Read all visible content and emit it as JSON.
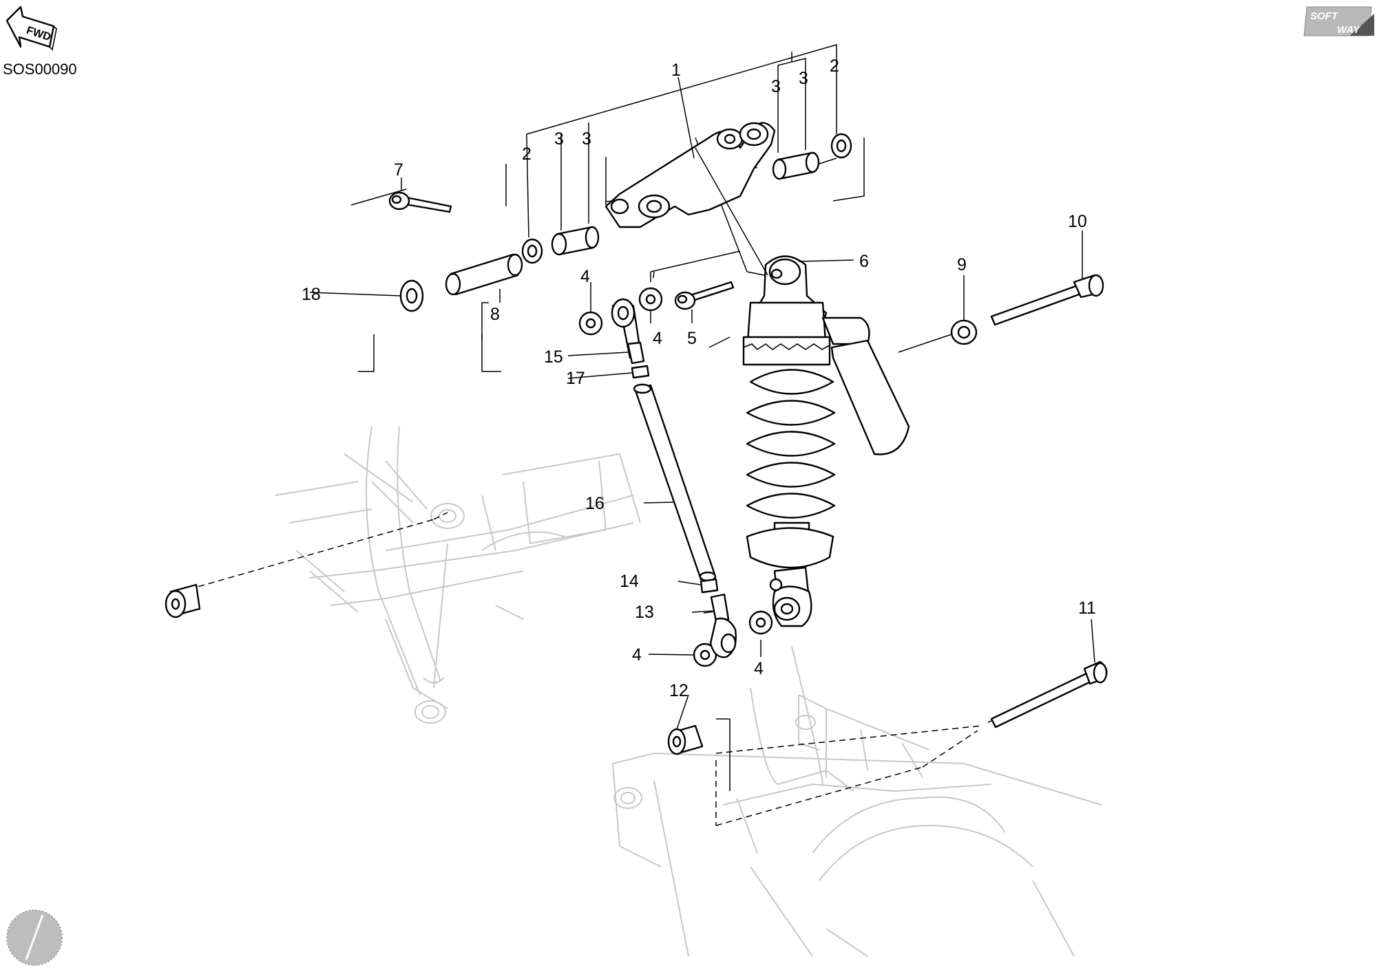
{
  "header": {
    "fwd_label": "FWD",
    "drawing_code": "SOS00090",
    "logo_top": "SOFT",
    "logo_bottom": "WAY"
  },
  "callouts": {
    "c1": "1",
    "c2a": "2",
    "c2b": "2",
    "c3a": "3",
    "c3b": "3",
    "c3c": "3",
    "c3d": "3",
    "c4a": "4",
    "c4b": "4",
    "c4c": "4",
    "c4d": "4",
    "c5": "5",
    "c6": "6",
    "c7": "7",
    "c8": "8",
    "c9": "9",
    "c10": "10",
    "c11": "11",
    "c12": "12",
    "c13": "13",
    "c14": "14",
    "c15": "15",
    "c16": "16",
    "c17": "17",
    "c18": "18"
  }
}
